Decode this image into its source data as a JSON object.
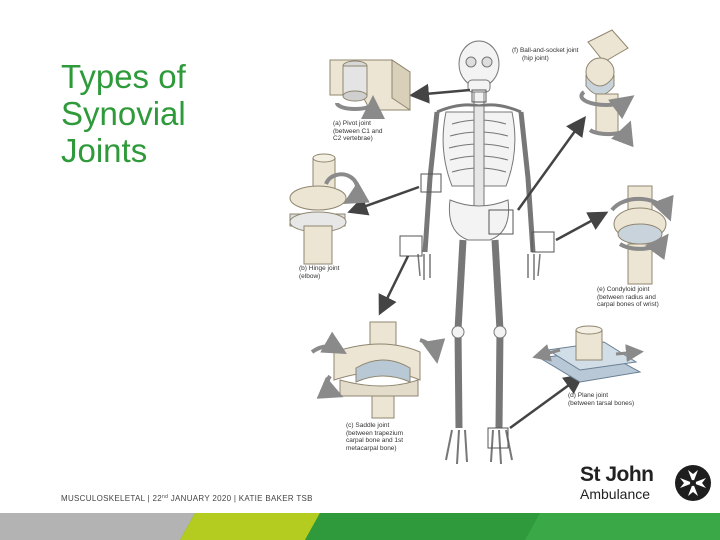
{
  "title": [
    "Types of",
    "Synovial",
    "Joints"
  ],
  "labels": {
    "pivot": [
      "(a) Pivot joint",
      "(between C1 and",
      "C2 vertebrae)"
    ],
    "hinge": [
      "(b) Hinge joint",
      "(elbow)"
    ],
    "saddle": [
      "(c) Saddle joint",
      "(between trapezium",
      "carpal bone and 1st",
      "metacarpal bone)"
    ],
    "plane": [
      "(d) Plane joint",
      "(between tarsal bones)"
    ],
    "condyloid": [
      "(e) Condyloid joint",
      "(between radius and",
      "carpal bones of wrist)"
    ],
    "ball": [
      "(f) Ball-and-socket joint",
      "(hip joint)"
    ]
  },
  "footer": {
    "pre": "MUSCULOSKELETAL | 22",
    "sup": "nd",
    "post": " JANUARY 2020 | KATIE BAKER TSB"
  },
  "logo": {
    "line1": "St John",
    "line2": "Ambulance"
  },
  "colors": {
    "title": "#2e9a3a",
    "bar_gray": "#b3b3b3",
    "bar_lime": "#b3cc1f",
    "bar_green": "#2f9a3b",
    "bone": "#ece5d3",
    "arrow": "#444444"
  }
}
